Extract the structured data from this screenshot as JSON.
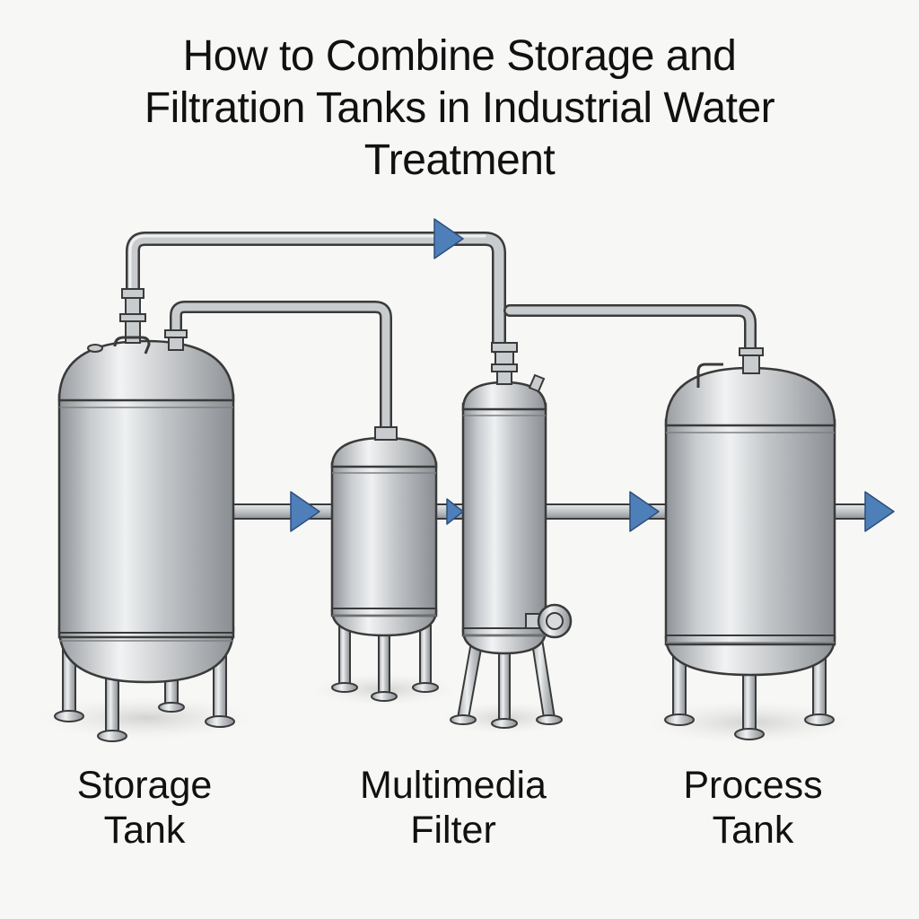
{
  "title": {
    "lines": [
      "How to Combine Storage and",
      "Filtration Tanks in Industrial Water",
      "Treatment"
    ]
  },
  "tanks": [
    {
      "id": "storage",
      "label_lines": [
        "Storage",
        "Tank"
      ]
    },
    {
      "id": "filter",
      "label_lines": [
        "Multimedia",
        "Filter"
      ]
    },
    {
      "id": "process",
      "label_lines": [
        "Process",
        "Tank"
      ]
    }
  ],
  "colors": {
    "background": "#f7f7f5",
    "flow_arrow": "#4f7fb8",
    "steel": "#b9bcbf",
    "outline": "#3a3a3a"
  }
}
